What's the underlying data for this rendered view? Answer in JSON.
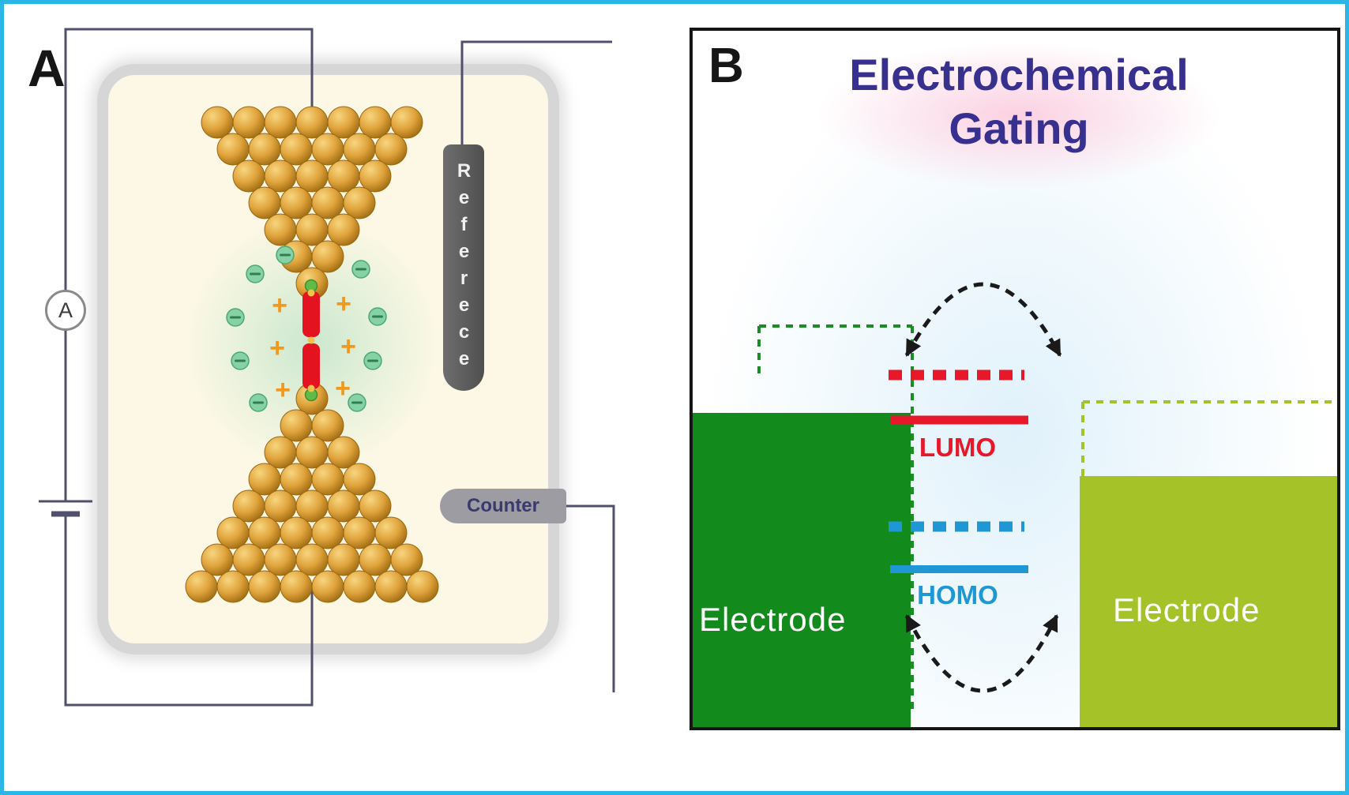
{
  "figure": {
    "panel_a": {
      "label": "A",
      "ammeter_label": "A",
      "reference_label": "Referece",
      "counter_label": "Counter"
    },
    "panel_b": {
      "label": "B",
      "title_line1": "Electrochemical",
      "title_line2": "Gating",
      "left_electrode_label": "Electrode",
      "right_electrode_label": "Electrode",
      "lumo_label": "LUMO",
      "homo_label": "HOMO"
    },
    "colors": {
      "frame_border": "#2ab7e6",
      "gold_electrode": "#d99a2f",
      "molecule_red": "#e3131f",
      "lumo_red": "#e6182a",
      "homo_blue": "#1e97d4",
      "electrode_dark_green": "#128a1c",
      "electrode_yellow_green": "#a5c329",
      "title_indigo": "#37308f",
      "anion_green": "#86d2a4",
      "cation_orange": "#f2991d",
      "wire": "#50506e",
      "reference_gray": "#5c5c5c"
    }
  }
}
